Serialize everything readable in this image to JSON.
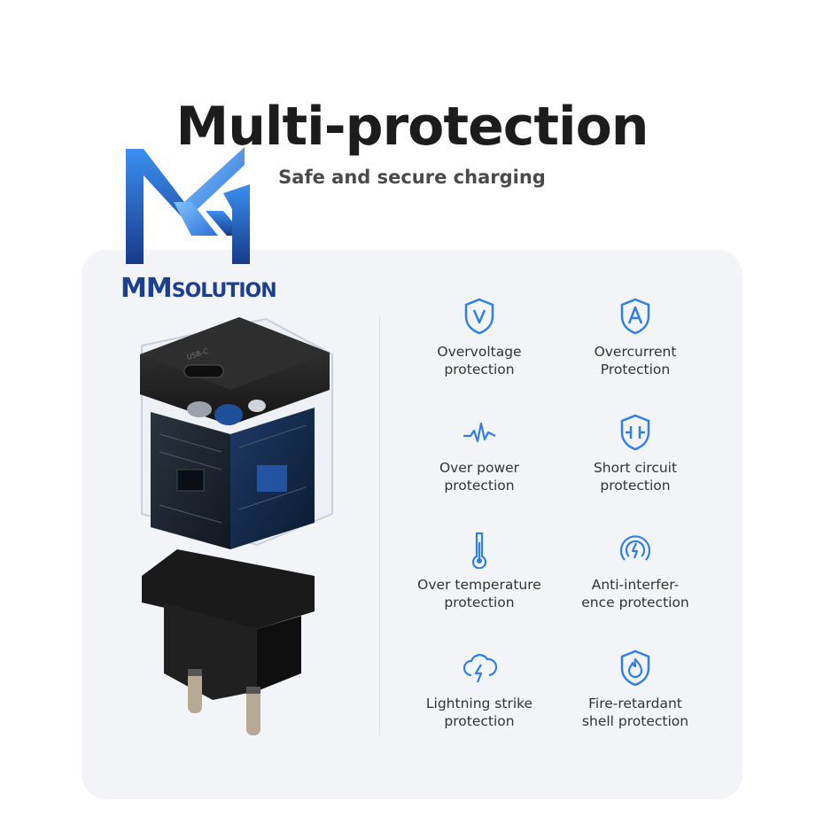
{
  "header": {
    "title": "Multi-protection",
    "subtitle": "Safe and secure charging"
  },
  "logo": {
    "wordmark_main": "MM",
    "wordmark_rest": "SOLUTION"
  },
  "colors": {
    "icon_blue": "#2f7fe6",
    "panel_bg": "#f3f4f8",
    "logo_blue": "#1c3f8f"
  },
  "product": {
    "port_label": "USB-C"
  },
  "features": [
    {
      "icon": "shield-v-icon",
      "label": "Overvoltage\nprotection"
    },
    {
      "icon": "shield-a-icon",
      "label": "Overcurrent\nProtection"
    },
    {
      "icon": "power-wave-icon",
      "label": "Over power\nprotection"
    },
    {
      "icon": "shield-short-circuit-icon",
      "label": "Short circuit\nprotection"
    },
    {
      "icon": "thermometer-icon",
      "label": "Over temperature\nprotection"
    },
    {
      "icon": "signal-interference-icon",
      "label": "Anti-interfer-\nence protection"
    },
    {
      "icon": "lightning-cloud-icon",
      "label": "Lightning strike\nprotection"
    },
    {
      "icon": "shield-fire-icon",
      "label": "Fire-retardant\nshell protection"
    }
  ]
}
